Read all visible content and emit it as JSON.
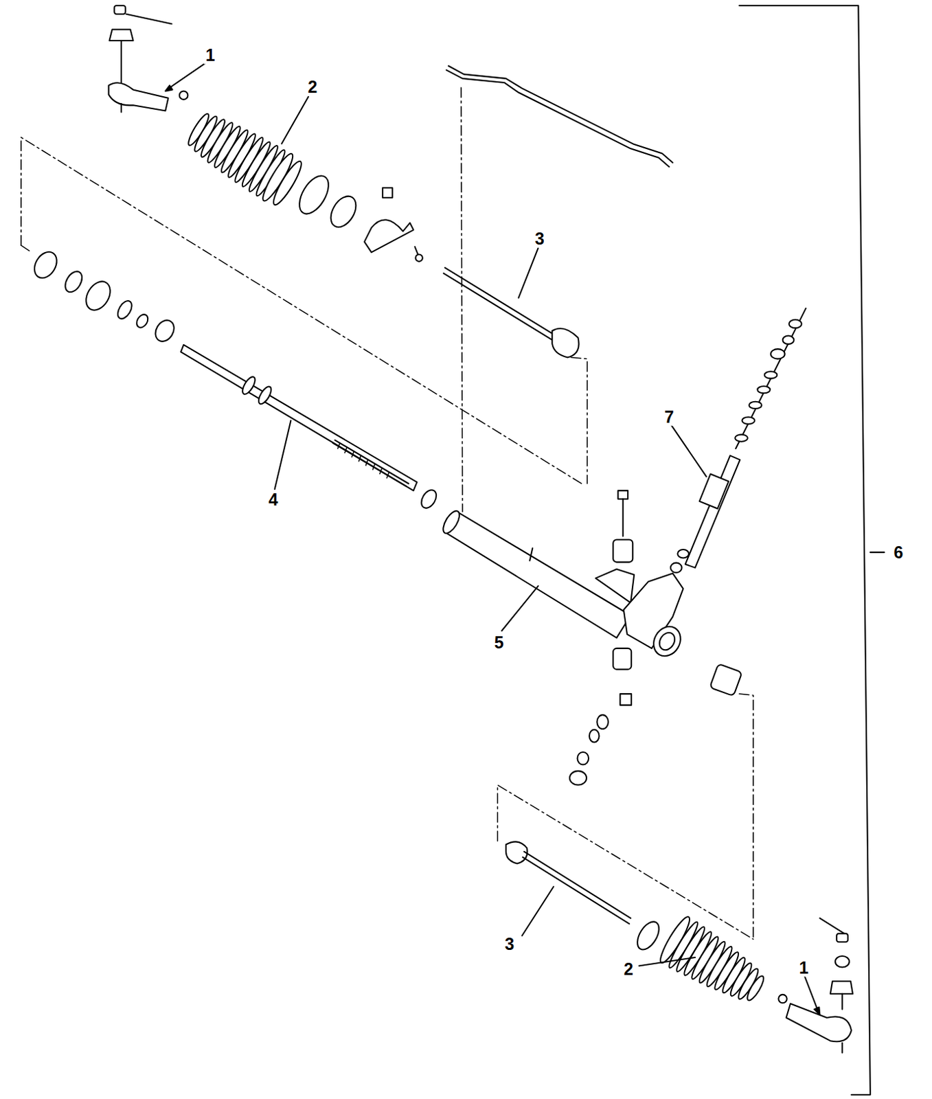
{
  "diagram": {
    "labels": [
      "1",
      "2",
      "3",
      "7",
      "4",
      "6",
      "5",
      "3",
      "1",
      "2"
    ]
  }
}
